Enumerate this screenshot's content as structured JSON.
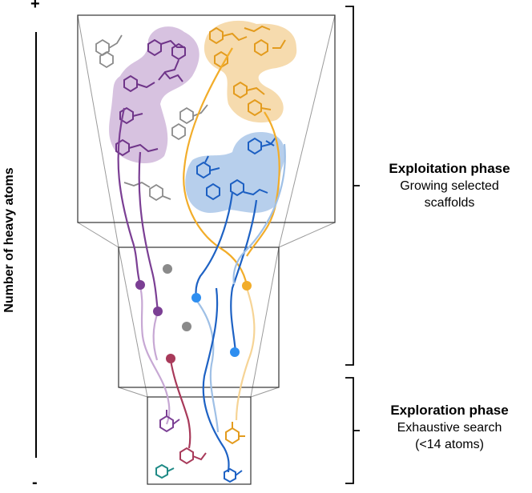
{
  "axis": {
    "label": "Number of heavy atoms",
    "top_sign": "+",
    "bottom_sign": "-"
  },
  "exploitation": {
    "title": "Exploitation phase",
    "line1": "Growing selected",
    "line2": "scaffolds"
  },
  "exploration": {
    "title": "Exploration phase",
    "line1": "Exhaustive search",
    "line2": "(<14 atoms)"
  },
  "colors": {
    "purple": "#7b3f94",
    "purple_light": "#c7a8d4",
    "orange": "#f2ad2a",
    "orange_light": "#f6d496",
    "blue": "#1e62c4",
    "blue_light": "#9fc0e6",
    "grey": "#8a8a8a",
    "maroon": "#a83a5a",
    "teal": "#1f8a86"
  }
}
